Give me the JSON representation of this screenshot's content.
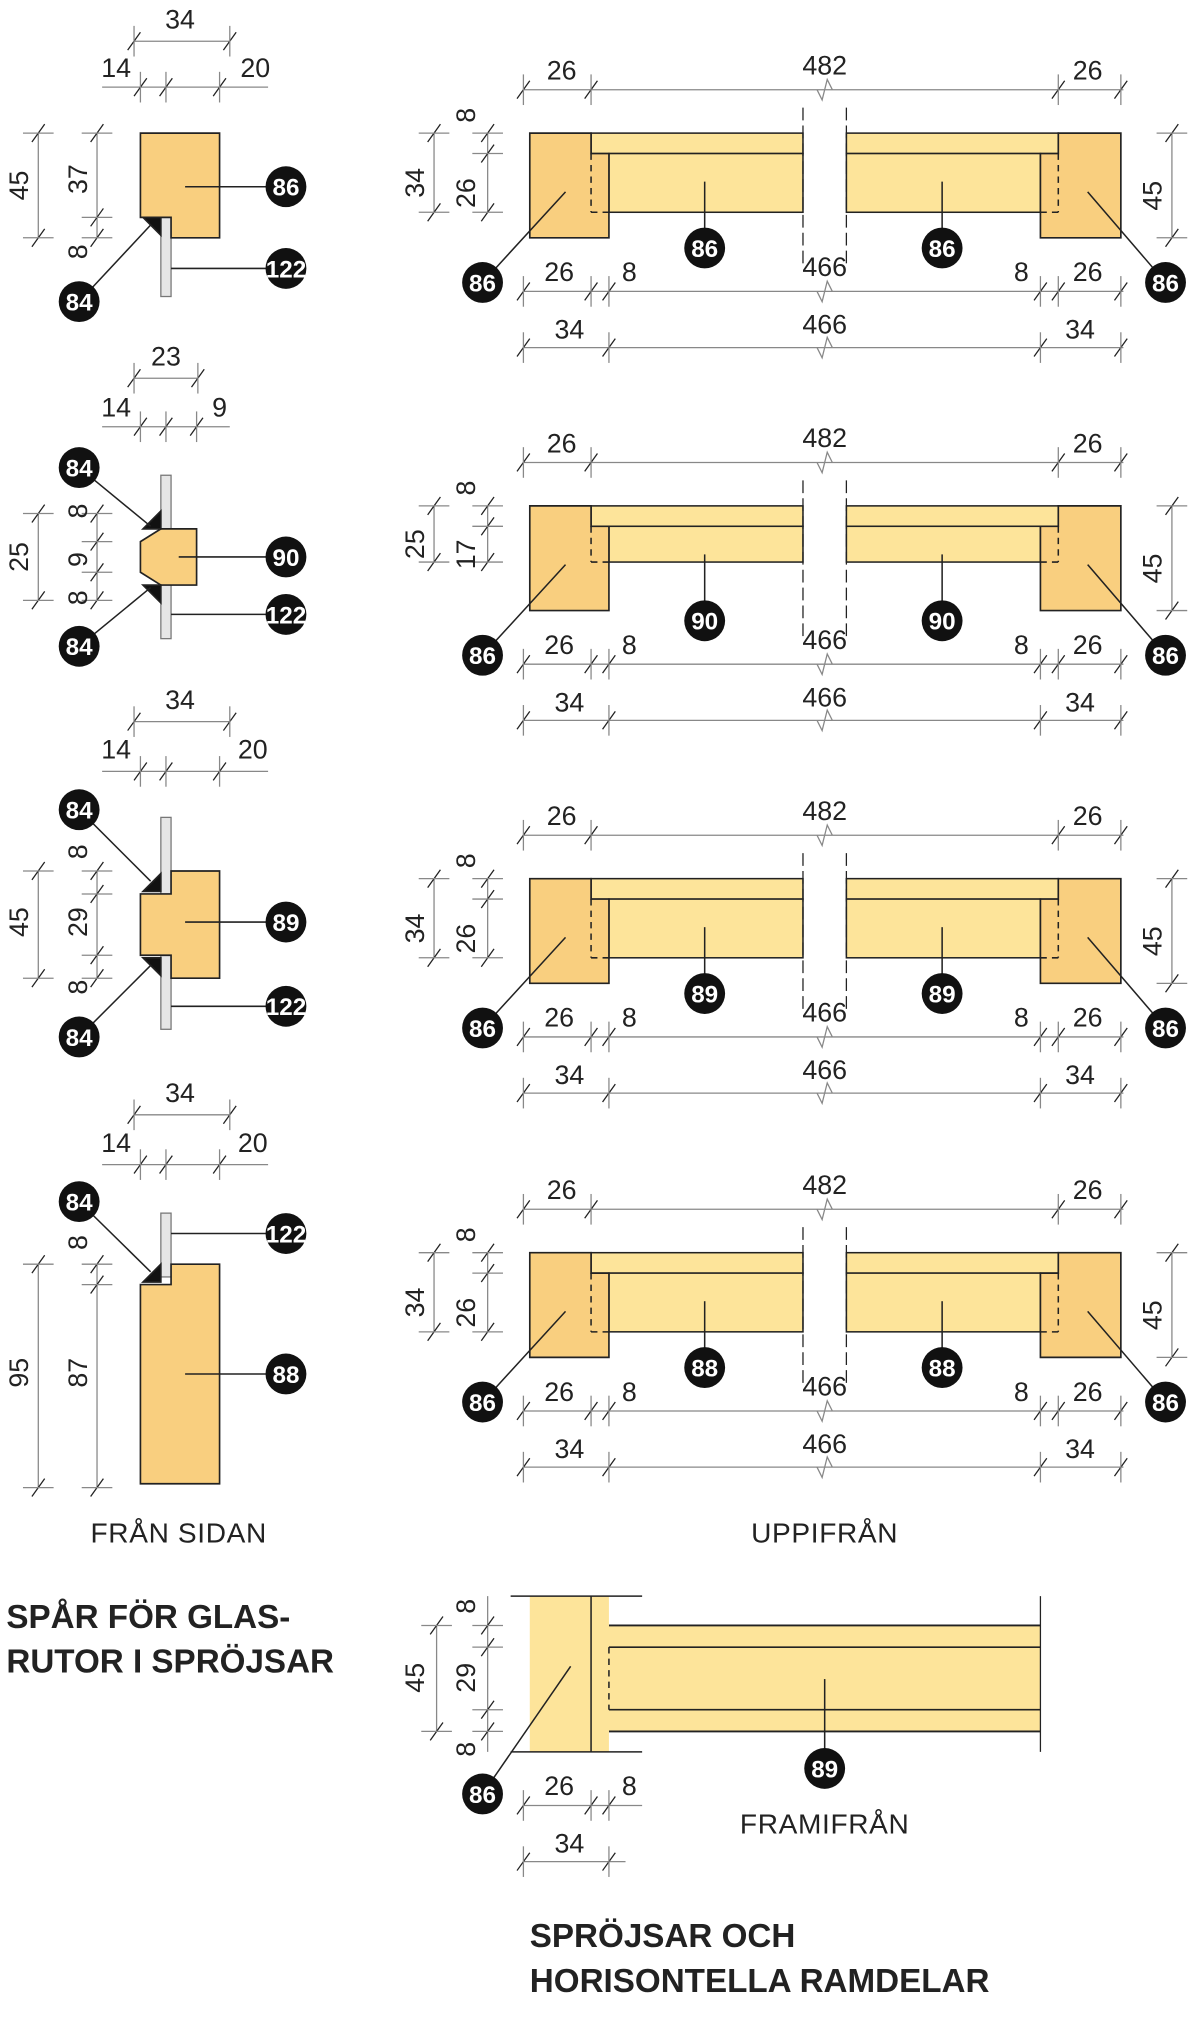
{
  "colors": {
    "block": "#F9CF7F",
    "rail": "#FDE49A",
    "ink": "#222222",
    "line": "#888888"
  },
  "side_views": [
    {
      "dims": {
        "total_w": "34",
        "left_w": "14",
        "right_w": "20",
        "total_h": "45",
        "upper_h": "37",
        "lower_h": "8"
      },
      "callouts": {
        "body": "86",
        "glass": "122",
        "strip": "84"
      }
    },
    {
      "dims": {
        "total_w": "23",
        "left_w": "14",
        "right_w": "9",
        "total_h": "25",
        "top_h": "8",
        "mid_h": "9",
        "bottom_h": "8"
      },
      "callouts": {
        "strip_top": "84",
        "body": "90",
        "glass": "122",
        "strip_bottom": "84"
      }
    },
    {
      "dims": {
        "total_w": "34",
        "left_w": "14",
        "right_w": "20",
        "total_h": "45",
        "top_h": "8",
        "mid_h": "29",
        "bottom_h": "8"
      },
      "callouts": {
        "strip_top": "84",
        "body": "89",
        "glass": "122",
        "strip_bottom": "84"
      }
    },
    {
      "dims": {
        "total_w": "34",
        "left_w": "14",
        "right_w": "20",
        "top_h": "8",
        "total_h": "95",
        "body_h": "87"
      },
      "callouts": {
        "strip": "84",
        "glass": "122",
        "body": "88"
      }
    }
  ],
  "top_views": [
    {
      "rail_h": "34",
      "groove": "8",
      "rail_body": "26",
      "block_h": "45",
      "top_left": "26",
      "top_mid": "482",
      "top_right": "26",
      "b1_left": "26",
      "b1_l8": "8",
      "b1_mid": "466",
      "b1_r8": "8",
      "b1_right": "26",
      "b2_left": "34",
      "b2_mid": "466",
      "b2_right": "34",
      "callout_block": "86",
      "callout_rail": "86"
    },
    {
      "rail_h": "25",
      "groove": "8",
      "rail_body": "17",
      "block_h": "45",
      "top_left": "26",
      "top_mid": "482",
      "top_right": "26",
      "b1_left": "26",
      "b1_l8": "8",
      "b1_mid": "466",
      "b1_r8": "8",
      "b1_right": "26",
      "b2_left": "34",
      "b2_mid": "466",
      "b2_right": "34",
      "callout_block": "86",
      "callout_rail": "90"
    },
    {
      "rail_h": "34",
      "groove": "8",
      "rail_body": "26",
      "block_h": "45",
      "top_left": "26",
      "top_mid": "482",
      "top_right": "26",
      "b1_left": "26",
      "b1_l8": "8",
      "b1_mid": "466",
      "b1_r8": "8",
      "b1_right": "26",
      "b2_left": "34",
      "b2_mid": "466",
      "b2_right": "34",
      "callout_block": "86",
      "callout_rail": "89"
    },
    {
      "rail_h": "34",
      "groove": "8",
      "rail_body": "26",
      "block_h": "45",
      "top_left": "26",
      "top_mid": "482",
      "top_right": "26",
      "b1_left": "26",
      "b1_l8": "8",
      "b1_mid": "466",
      "b1_r8": "8",
      "b1_right": "26",
      "b2_left": "34",
      "b2_mid": "466",
      "b2_right": "34",
      "callout_block": "86",
      "callout_rail": "88"
    }
  ],
  "front_view": {
    "total_h": "45",
    "top_h": "8",
    "mid_h": "29",
    "bottom_h": "8",
    "w26": "26",
    "w8": "8",
    "w34": "34",
    "callout_block": "86",
    "callout_rail": "89"
  },
  "captions": {
    "side": "FRÅN SIDAN",
    "top": "UPPIFRÅN",
    "front": "FRAMIFRÅN"
  },
  "headings": {
    "grooves_1": "SPÅR FÖR GLAS-",
    "grooves_2": "RUTOR I SPRÖJSAR",
    "bars_1": "SPRÖJSAR OCH",
    "bars_2": "HORISONTELLA RAMDELAR"
  }
}
